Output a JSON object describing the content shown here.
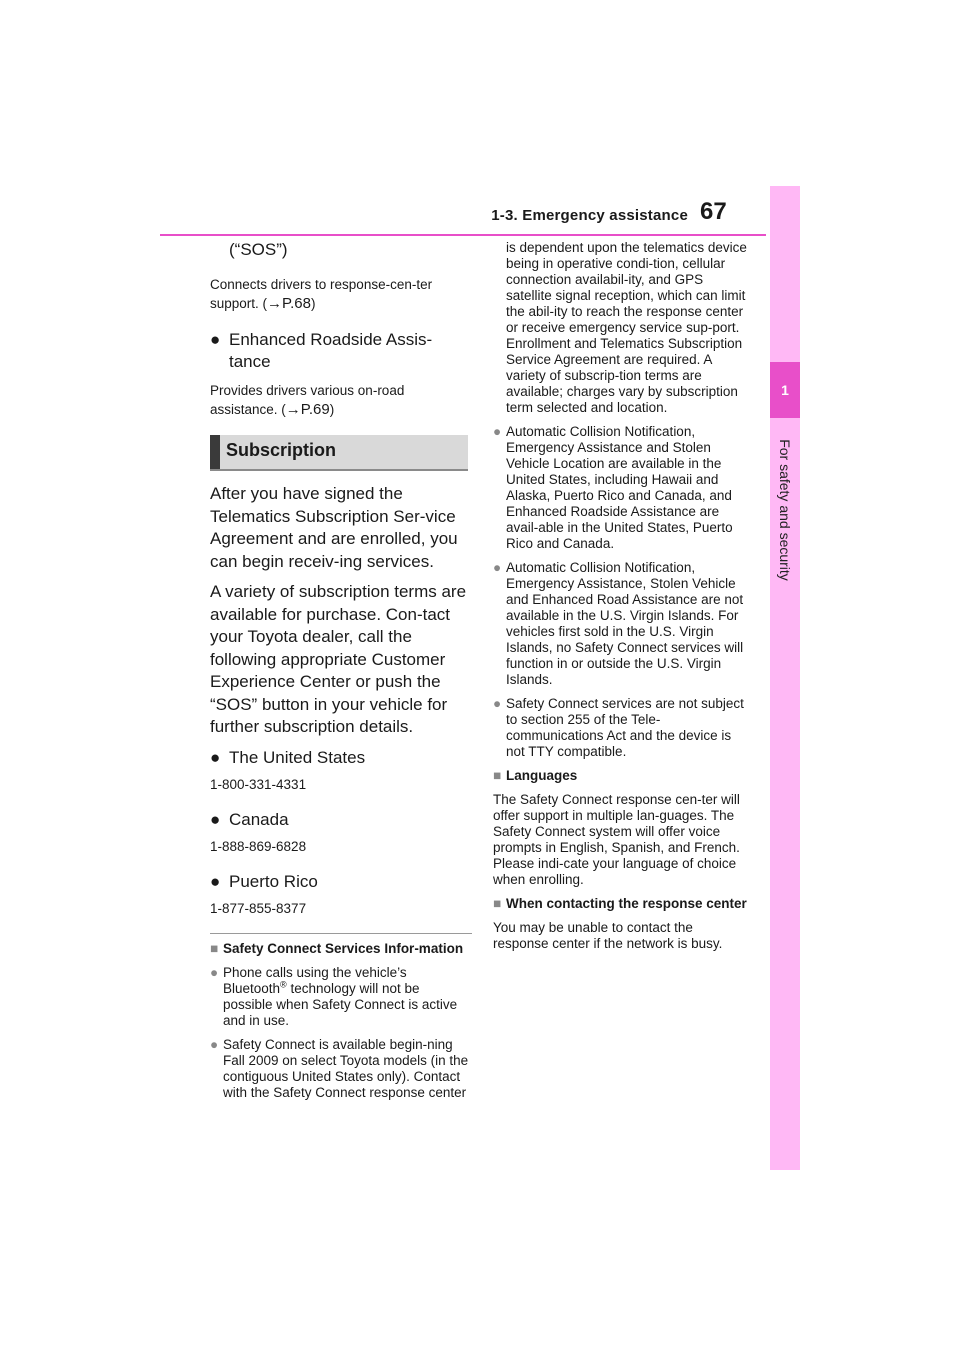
{
  "header": {
    "section_title": "1-3. Emergency assistance",
    "page_number": "67"
  },
  "side_tab": {
    "chapter_number": "1",
    "chapter_label": "For safety and security"
  },
  "left_column": {
    "sos_line": "(“SOS”)",
    "sos_desc": "Connects drivers to response-cen-ter support. (",
    "sos_ref_arrow": "→",
    "sos_ref": "P.68",
    "close_paren": ")",
    "bullet_mark": "●",
    "roadside_title": "Enhanced Roadside Assis-tance",
    "roadside_desc": "Provides drivers various on-road assistance. (",
    "roadside_ref_arrow": "→",
    "roadside_ref": "P.69",
    "subscription_heading": "Subscription",
    "para1": "After you have signed the Telematics Subscription Ser-vice Agreement and are enrolled, you can begin receiv-ing services.",
    "para2": "A variety of subscription terms are available for purchase. Con-tact your Toyota dealer, call the following appropriate Customer Experience Center or push the “SOS” button in your vehicle for further subscription details.",
    "contacts": [
      {
        "region": "The United States",
        "phone": "1-800-331-4331"
      },
      {
        "region": "Canada",
        "phone": "1-888-869-6828"
      },
      {
        "region": "Puerto Rico",
        "phone": "1-877-855-8377"
      }
    ],
    "square_mark": "■",
    "dot_mark": "●",
    "services_info_heading": "Safety Connect Services Infor-mation",
    "bt_before": "Phone calls using the vehicle’s Bluetooth",
    "bt_reg": "®",
    "bt_after": " technology will not be possible when Safety Connect is active and in use.",
    "availability_start": "Safety Connect is available begin-ning Fall 2009 on select Toyota models (in the contiguous United States only). Contact with the Safety Connect response center"
  },
  "right_column": {
    "continued": "is dependent upon the telematics device being in operative condi-tion, cellular connection availabil-ity, and GPS satellite signal reception, which can limit the abil-ity to reach the response center or receive emergency service sup-port. Enrollment and Telematics Subscription Service Agreement are required. A variety of subscrip-tion terms are available; charges vary by subscription term selected and location.",
    "dot_mark": "●",
    "square_mark": "■",
    "bullets": [
      "Automatic Collision Notification, Emergency Assistance and Stolen Vehicle Location are available in the United States, including Hawaii and Alaska, Puerto Rico and Canada, and Enhanced Roadside Assistance are avail-able in the United States, Puerto Rico and Canada.",
      "Automatic Collision Notification, Emergency Assistance, Stolen Vehicle and Enhanced Road Assistance are not available in the U.S. Virgin Islands. For vehicles first sold in the U.S. Virgin Islands, no Safety Connect services will function in or outside the U.S. Virgin Islands.",
      "Safety Connect services are not subject to section 255 of the Tele-communications Act and the device is not TTY compatible."
    ],
    "languages_heading": "Languages",
    "languages_text": "The Safety Connect response cen-ter will offer support in multiple lan-guages. The Safety Connect system will offer voice prompts in English, Spanish, and French. Please indi-cate your language of choice when enrolling.",
    "contacting_heading": "When contacting the response center",
    "contacting_text": "You may be unable to contact the response center if the network is busy."
  },
  "colors": {
    "accent_magenta": "#e84fc9",
    "tab_pink": "#ffb8f5",
    "heading_gray": "#d9d9d9"
  }
}
